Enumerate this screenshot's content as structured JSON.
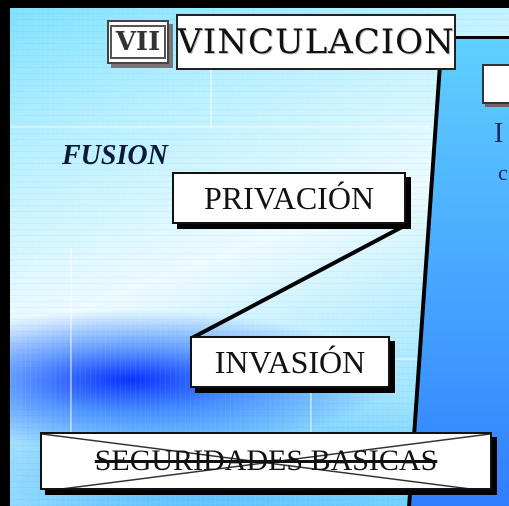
{
  "header": {
    "section_number": "VII",
    "title": "VINCULACION"
  },
  "diagram": {
    "label": "FUSION",
    "nodes": [
      {
        "id": "privacion",
        "label": "PRIVACIÓN"
      },
      {
        "id": "invasion",
        "label": "INVASIÓN"
      },
      {
        "id": "seguridades",
        "label": "SEGURIDADES BASICAS",
        "crossed_out": true
      }
    ],
    "edges": [
      {
        "from": "privacion",
        "to": "invasion"
      }
    ]
  },
  "side_card": {
    "visible_text": "I",
    "visible_text_2": "c"
  },
  "colors": {
    "background_light": "#b8f0ff",
    "background_deep": "#0028ff",
    "frame": "#000000",
    "box_fill": "#ffffff"
  }
}
